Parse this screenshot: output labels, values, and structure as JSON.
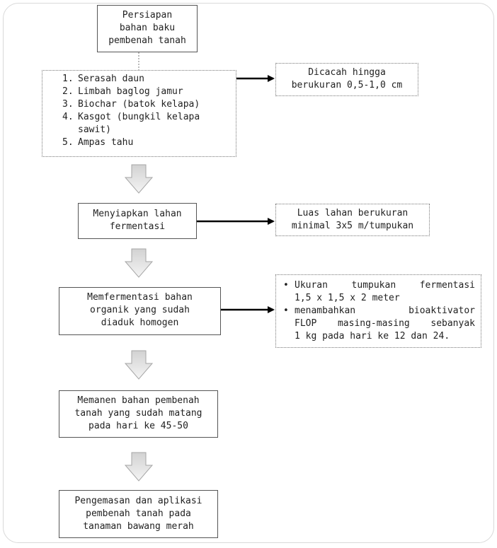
{
  "steps": {
    "step1": [
      "Persiapan",
      "bahan baku",
      "pembenah tanah"
    ],
    "materials": [
      {
        "num": "1.",
        "lines": [
          "Serasah daun"
        ]
      },
      {
        "num": "2.",
        "lines": [
          "Limbah baglog jamur"
        ]
      },
      {
        "num": "3.",
        "lines": [
          "Biochar (batok kelapa)"
        ]
      },
      {
        "num": "4.",
        "lines": [
          "Kasgot (bungkil kelapa",
          "sawit)"
        ]
      },
      {
        "num": "5.",
        "lines": [
          "Ampas tahu"
        ]
      }
    ],
    "step2": [
      "Menyiapkan lahan",
      "fermentasi"
    ],
    "step3": [
      "Memfermentasi bahan",
      "organik yang sudah",
      "diaduk homogen"
    ],
    "step4": [
      "Memanen bahan pembenah",
      "tanah yang sudah matang",
      "pada hari ke 45-50"
    ],
    "step5": [
      "Pengemasan dan aplikasi",
      "pembenah tanah pada",
      "tanaman bawang merah"
    ]
  },
  "notes": {
    "chop": [
      "Dicacah hingga",
      "berukuran 0,5-1,0 cm"
    ],
    "area": [
      "Luas lahan berukuran",
      "minimal 3x5 m/tumpukan"
    ],
    "bullet_symbol": "•",
    "ferment": [
      {
        "lines": [
          "Ukuran tumpukan fermentasi",
          "1,5 x 1,5 x 2 meter"
        ]
      },
      {
        "lines": [
          "menambahkan bioaktivator",
          "FLOP masing-masing sebanyak",
          "1 kg pada hari ke 12 dan 24."
        ]
      }
    ]
  }
}
